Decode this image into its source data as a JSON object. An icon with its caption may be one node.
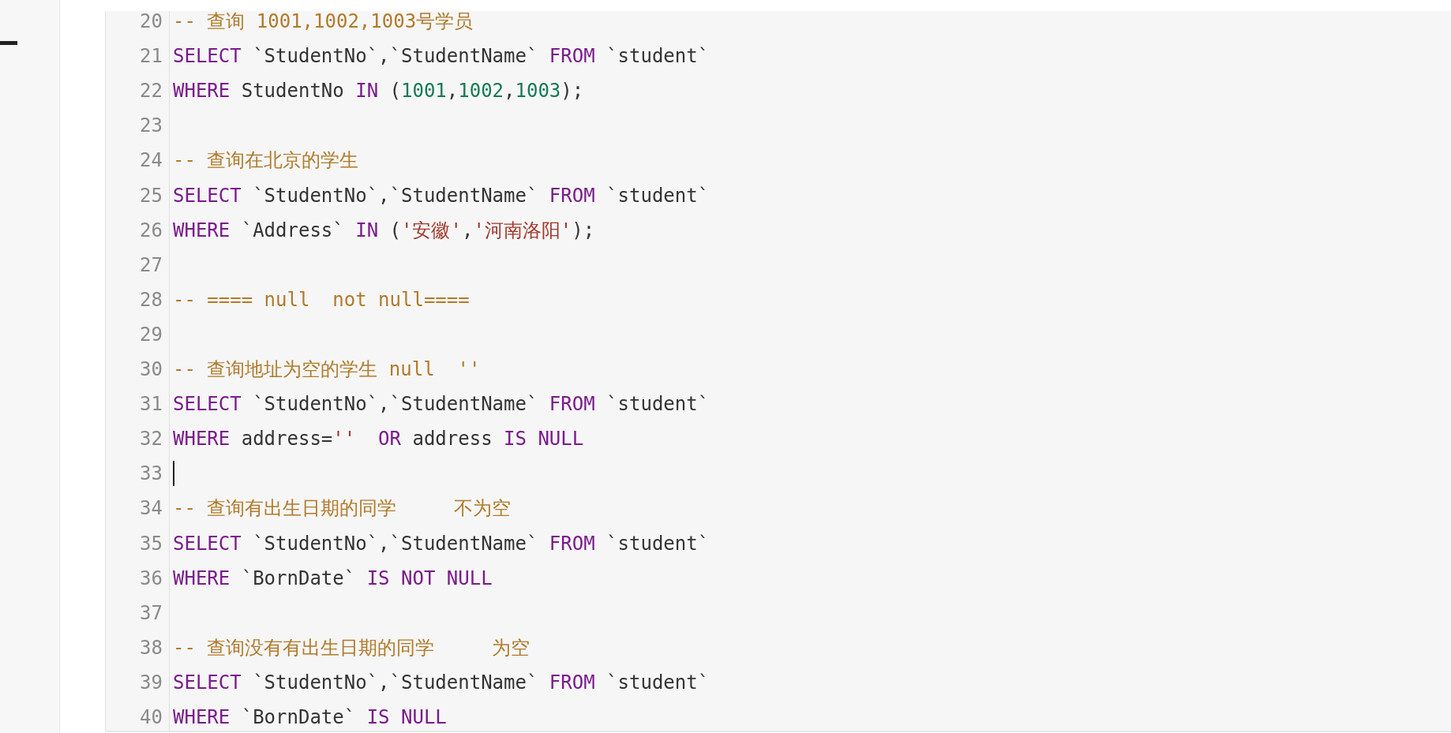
{
  "diagram": {
    "labels": [
      "20",
      "-- 查询 1001,1002,1003号学员",
      "21",
      "SELECT `StudentNo`,`StudentName` FROM `student`",
      "22",
      "WHERE StudentNo IN (1001,1002,1003);",
      "23",
      "24",
      "-- 查询在北京的学生",
      "25",
      "SELECT `StudentNo`,`StudentName` FROM `student`",
      "26",
      "WHERE `Address` IN ('安徽','河南洛阳');",
      "27",
      "28",
      "-- ==== null  not null====",
      "29",
      "30",
      "-- 查询地址为空的学生 null  ''",
      "31",
      "SELECT `StudentNo`,`StudentName` FROM `student`",
      "32",
      "WHERE address=''  OR address IS NULL",
      "33",
      "34",
      "-- 查询有出生日期的同学     不为空",
      "35",
      "SELECT `StudentNo`,`StudentName` FROM `student`",
      "36",
      "WHERE `BornDate` IS NOT NULL",
      "37",
      "38",
      "-- 查询没有有出生日期的同学     为空",
      "39",
      "SELECT `StudentNo`,`StudentName` FROM `student`",
      "40",
      "WHERE `BornDate` IS NULL"
    ]
  }
}
